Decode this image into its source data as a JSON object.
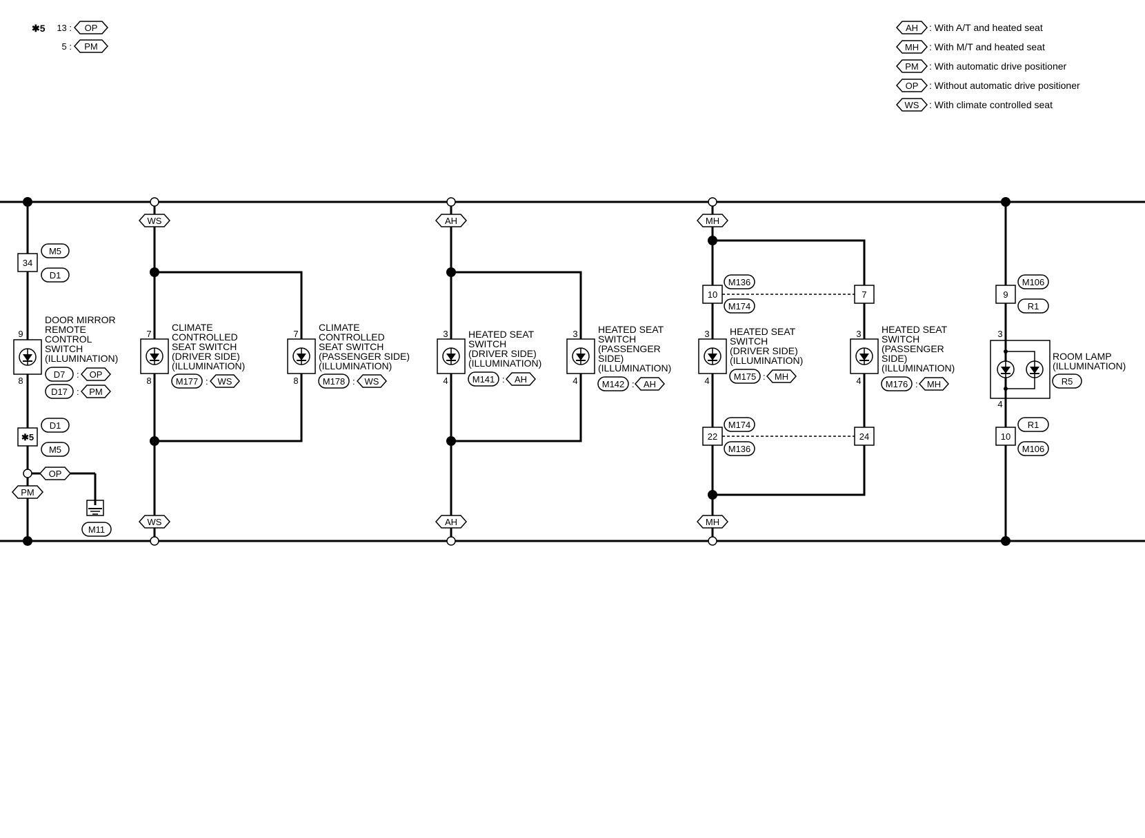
{
  "note": {
    "star": "✱5",
    "rows": [
      {
        "num": "13 :",
        "code": "OP"
      },
      {
        "num": "5 :",
        "code": "PM"
      }
    ]
  },
  "legend": [
    {
      "code": "AH",
      "text": ": With A/T and heated seat"
    },
    {
      "code": "MH",
      "text": ": With M/T and heated seat"
    },
    {
      "code": "PM",
      "text": ": With automatic drive positioner"
    },
    {
      "code": "OP",
      "text": ": Without automatic drive positioner"
    },
    {
      "code": "WS",
      "text": ": With climate controlled seat"
    }
  ],
  "door_mirror": {
    "name": [
      "DOOR MIRROR",
      "REMOTE",
      "CONTROL",
      "SWITCH",
      "(ILLUMINATION)"
    ],
    "pin_top": "9",
    "pin_bottom": "8",
    "conn_top": "34",
    "conn_top_a": "M5",
    "conn_top_b": "D1",
    "conn_mid": "✱5",
    "conn_mid_a": "D1",
    "conn_mid_b": "M5",
    "id1": "D7",
    "id1_opt": "OP",
    "id2": "D17",
    "id2_opt": "PM",
    "ground_opt": "OP",
    "branch_opt": "PM",
    "ground_conn": "M11"
  },
  "ccs_driver": {
    "name": [
      "CLIMATE",
      "CONTROLLED",
      "SEAT SWITCH",
      "(DRIVER SIDE)",
      "(ILLUMINATION)"
    ],
    "pin_top": "7",
    "pin_bottom": "8",
    "id": "M177",
    "opt": "WS"
  },
  "ccs_passenger": {
    "name": [
      "CLIMATE",
      "CONTROLLED",
      "SEAT SWITCH",
      "(PASSENGER SIDE)",
      "(ILLUMINATION)"
    ],
    "pin_top": "7",
    "pin_bottom": "8",
    "id": "M178",
    "opt": "WS"
  },
  "ws_top": "WS",
  "ws_bottom": "WS",
  "hs_driver_ah": {
    "name": [
      "HEATED SEAT",
      "SWITCH",
      "(DRIVER SIDE)",
      "(ILLUMINATION)"
    ],
    "pin_top": "3",
    "pin_bottom": "4",
    "id": "M141",
    "opt": "AH"
  },
  "hs_passenger_ah": {
    "name": [
      "HEATED SEAT",
      "SWITCH",
      "(PASSENGER",
      " SIDE)",
      "(ILLUMINATION)"
    ],
    "pin_top": "3",
    "pin_bottom": "4",
    "id": "M142",
    "opt": "AH"
  },
  "ah_top": "AH",
  "ah_bottom": "AH",
  "hs_driver_mh": {
    "name": [
      "HEATED SEAT",
      "SWITCH",
      "(DRIVER SIDE)",
      "(ILLUMINATION)"
    ],
    "pin_top": "3",
    "pin_bottom": "4",
    "id": "M175",
    "opt": "MH"
  },
  "hs_passenger_mh": {
    "name": [
      "HEATED SEAT",
      "SWITCH",
      "(PASSENGER",
      " SIDE)",
      "(ILLUMINATION)"
    ],
    "pin_top": "3",
    "pin_bottom": "4",
    "id": "M176",
    "opt": "MH"
  },
  "mh_top": "MH",
  "mh_bottom": "MH",
  "mh_conn_upper": {
    "left": "10",
    "right": "7",
    "a": "M136",
    "b": "M174"
  },
  "mh_conn_lower": {
    "left": "22",
    "right": "24",
    "a": "M174",
    "b": "M136"
  },
  "room_lamp": {
    "name": [
      "ROOM LAMP",
      "(ILLUMINATION)"
    ],
    "pin_top": "3",
    "pin_bottom": "4",
    "id": "R5",
    "conn_top": "9",
    "conn_top_a": "M106",
    "conn_top_b": "R1",
    "conn_bottom": "10",
    "conn_bottom_a": "R1",
    "conn_bottom_b": "M106"
  }
}
